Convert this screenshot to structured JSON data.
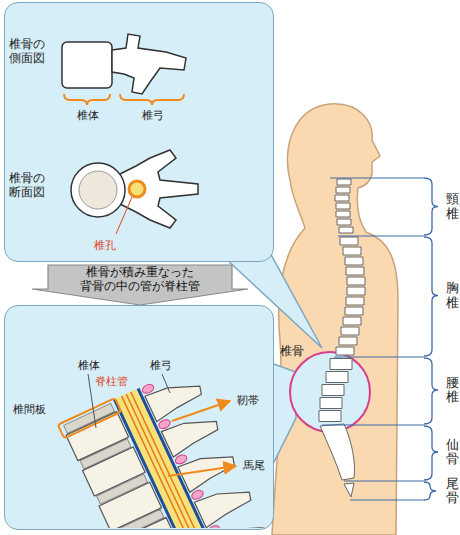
{
  "diagram": {
    "nodes": [
      {
        "text": [
          "椎骨の 側面図",
          "椎体",
          "椎弓",
          "椎骨の 断面図",
          "椎孔"
        ]
      },
      {
        "text": [
          "椎体",
          "椎弓",
          "脊柱管",
          "椎間板",
          "靭帯",
          "馬尾"
        ]
      }
    ],
    "edges": [
      {
        "from": 0,
        "to": 1,
        "arrow": "to",
        "label": "椎骨が積み重なった 背骨の中の管が脊柱管"
      }
    ],
    "labels": [
      "椎骨",
      "頸椎",
      "胸椎",
      "腰椎",
      "仙骨",
      "尾骨"
    ]
  }
}
